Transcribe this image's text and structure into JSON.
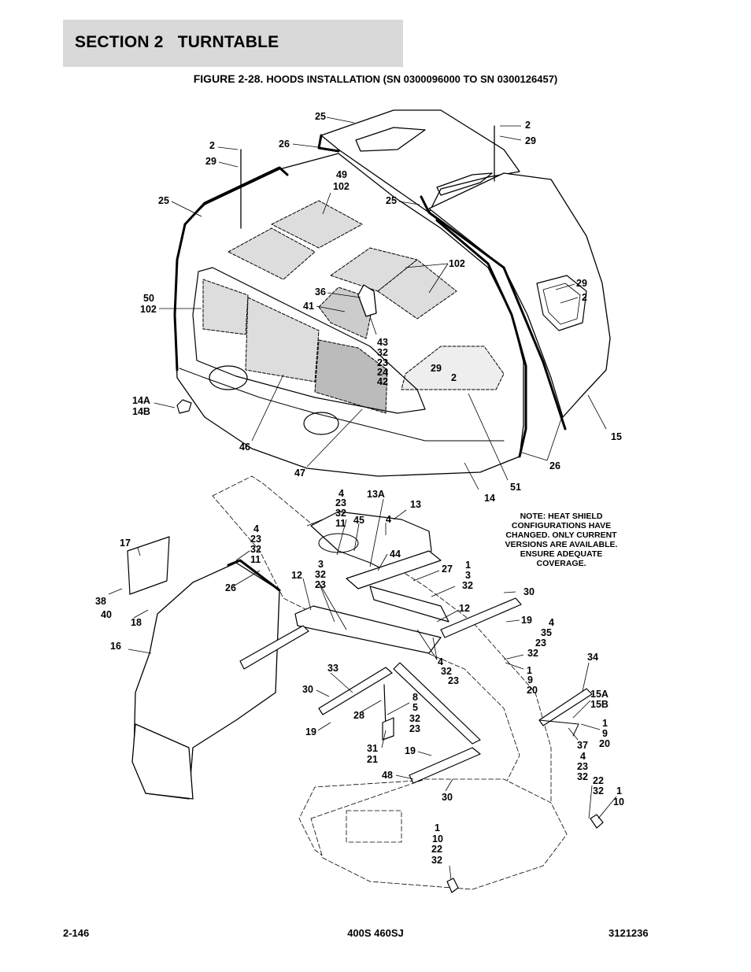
{
  "header": {
    "section": "SECTION 2",
    "title": "TURNTABLE"
  },
  "figure": {
    "number": "FIGURE 2-28.",
    "caption": "HOODS INSTALLATION (SN 0300096000 TO SN 0300126457)"
  },
  "note": {
    "lines": [
      "NOTE: HEAT SHIELD",
      "CONFIGURATIONS HAVE",
      "CHANGED.  ONLY CURRENT",
      "VERSIONS ARE AVAILABLE.",
      "ENSURE ADEQUATE",
      "COVERAGE."
    ]
  },
  "callouts": {
    "c25a": "25",
    "c26a": "26",
    "c2a": "2",
    "c29a": "29",
    "c49": "49",
    "c102a": "102",
    "c2b": "2",
    "c29b": "29",
    "c25b": "25",
    "c25c": "25",
    "c102b": "102",
    "c36": "36",
    "c41": "41",
    "c29c": "29",
    "c2c": "2",
    "c50": "50",
    "c102c": "102",
    "c43": "43",
    "c32a": "32",
    "c23a": "23",
    "c24": "24",
    "c42": "42",
    "c29d": "29",
    "c2d": "2",
    "c14a": "14A",
    "c14b": "14B",
    "c15": "15",
    "c46": "46",
    "c47": "47",
    "c26b": "26",
    "c51": "51",
    "c14": "14",
    "c4a": "4",
    "c23b": "23",
    "c32b": "32",
    "c11a": "11",
    "c13a": "13A",
    "c13": "13",
    "c45": "45",
    "c4b": "4",
    "c4c": "4",
    "c23c": "23",
    "c32c": "32",
    "c11b": "11",
    "c17": "17",
    "c44": "44",
    "c3a": "3",
    "c32d": "32",
    "c23d": "23",
    "c27": "27",
    "c1a": "1",
    "c3b": "3",
    "c32e": "32",
    "c12a": "12",
    "c26c": "26",
    "c38": "38",
    "c40": "40",
    "c18": "18",
    "c30a": "30",
    "c12b": "12",
    "c19a": "19",
    "c4d": "4",
    "c35": "35",
    "c23e": "23",
    "c32f": "32",
    "c16": "16",
    "c4e": "4",
    "c32g": "32",
    "c23f": "23",
    "c34": "34",
    "c1b": "1",
    "c9a": "9",
    "c20a": "20",
    "c33": "33",
    "c30b": "30",
    "c8": "8",
    "c5": "5",
    "c32h": "32",
    "c23g": "23",
    "c15a": "15A",
    "c15b": "15B",
    "c28": "28",
    "c19b": "19",
    "c1c": "1",
    "c9b": "9",
    "c20b": "20",
    "c31": "31",
    "c21": "21",
    "c37": "37",
    "c4f": "4",
    "c23h": "23",
    "c32i": "32",
    "c19c": "19",
    "c48": "48",
    "c22a": "22",
    "c32j": "32",
    "c1d": "1",
    "c10a": "10",
    "c30c": "30",
    "c1e": "1",
    "c10b": "10",
    "c22b": "22",
    "c32k": "32"
  },
  "footer": {
    "page": "2-146",
    "model": "400S 460SJ",
    "part_number": "3121236"
  }
}
